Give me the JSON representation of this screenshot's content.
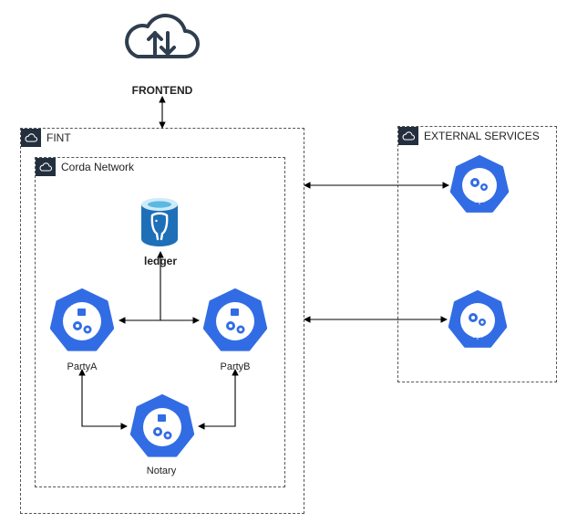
{
  "frontend": {
    "label": "FRONTEND",
    "icon": "cloud-upload-download-icon"
  },
  "groups": {
    "fint": {
      "label": "FINT",
      "icon": "cloud-icon"
    },
    "corda": {
      "label": "Corda Network",
      "icon": "cloud-icon"
    },
    "external": {
      "label": "EXTERNAL SERVICES",
      "icon": "cloud-icon"
    }
  },
  "nodes": {
    "ledger": {
      "label": "ledger",
      "icon": "postgresql-database-icon"
    },
    "party_a": {
      "label": "PartyA",
      "icon": "kubernetes-pod-icon"
    },
    "party_b": {
      "label": "PartyB",
      "icon": "kubernetes-pod-icon"
    },
    "notary": {
      "label": "Notary",
      "icon": "kubernetes-pod-icon"
    },
    "api_1": {
      "label": "api",
      "icon": "kubernetes-pod-icon"
    },
    "api_2": {
      "label": "api",
      "icon": "kubernetes-pod-icon"
    }
  },
  "colors": {
    "k8s_blue": "#326ce5",
    "db_blue": "#1e6fb8",
    "line": "#000000",
    "badge": "#232f3e"
  }
}
